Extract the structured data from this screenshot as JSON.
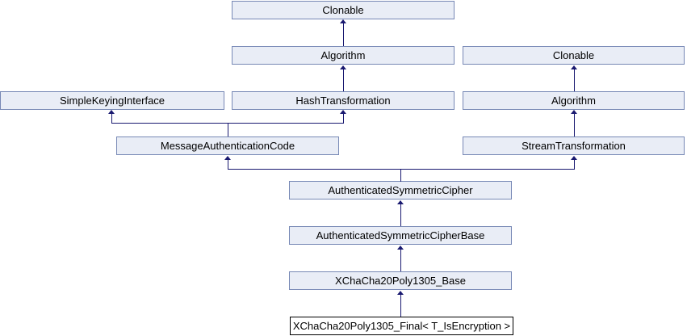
{
  "diagram": {
    "title": "Inheritance graph",
    "colors": {
      "background": "#FFFFFF",
      "node_fill": "#E9EDF6",
      "node_border": "#7788B5",
      "current_node_fill": "#FFFFFF",
      "current_node_border": "#000000",
      "edge": "#191970",
      "text": "#000000"
    },
    "nodes": [
      {
        "id": "clonable-top",
        "label": "Clonable"
      },
      {
        "id": "algorithm-left",
        "label": "Algorithm"
      },
      {
        "id": "clonable-right",
        "label": "Clonable"
      },
      {
        "id": "simple-keying-interface",
        "label": "SimpleKeyingInterface"
      },
      {
        "id": "hash-transformation",
        "label": "HashTransformation"
      },
      {
        "id": "algorithm-right",
        "label": "Algorithm"
      },
      {
        "id": "message-authentication-code",
        "label": "MessageAuthenticationCode"
      },
      {
        "id": "stream-transformation",
        "label": "StreamTransformation"
      },
      {
        "id": "authenticated-symmetric-cipher",
        "label": "AuthenticatedSymmetricCipher"
      },
      {
        "id": "authenticated-symmetric-cipher-base",
        "label": "AuthenticatedSymmetricCipherBase"
      },
      {
        "id": "xchacha20poly1305-base",
        "label": "XChaCha20Poly1305_Base"
      },
      {
        "id": "xchacha20poly1305-final",
        "label": "XChaCha20Poly1305_Final< T_IsEncryption >"
      }
    ],
    "edges": [
      {
        "from": "Algorithm (left)",
        "to": "Clonable (top)"
      },
      {
        "from": "HashTransformation",
        "to": "Algorithm (left)"
      },
      {
        "from": "MessageAuthenticationCode",
        "to": "SimpleKeyingInterface"
      },
      {
        "from": "MessageAuthenticationCode",
        "to": "HashTransformation"
      },
      {
        "from": "Algorithm (right)",
        "to": "Clonable (right)"
      },
      {
        "from": "StreamTransformation",
        "to": "Algorithm (right)"
      },
      {
        "from": "AuthenticatedSymmetricCipher",
        "to": "MessageAuthenticationCode"
      },
      {
        "from": "AuthenticatedSymmetricCipher",
        "to": "StreamTransformation"
      },
      {
        "from": "AuthenticatedSymmetricCipherBase",
        "to": "AuthenticatedSymmetricCipher"
      },
      {
        "from": "XChaCha20Poly1305_Base",
        "to": "AuthenticatedSymmetricCipherBase"
      },
      {
        "from": "XChaCha20Poly1305_Final< T_IsEncryption >",
        "to": "XChaCha20Poly1305_Base"
      }
    ]
  }
}
